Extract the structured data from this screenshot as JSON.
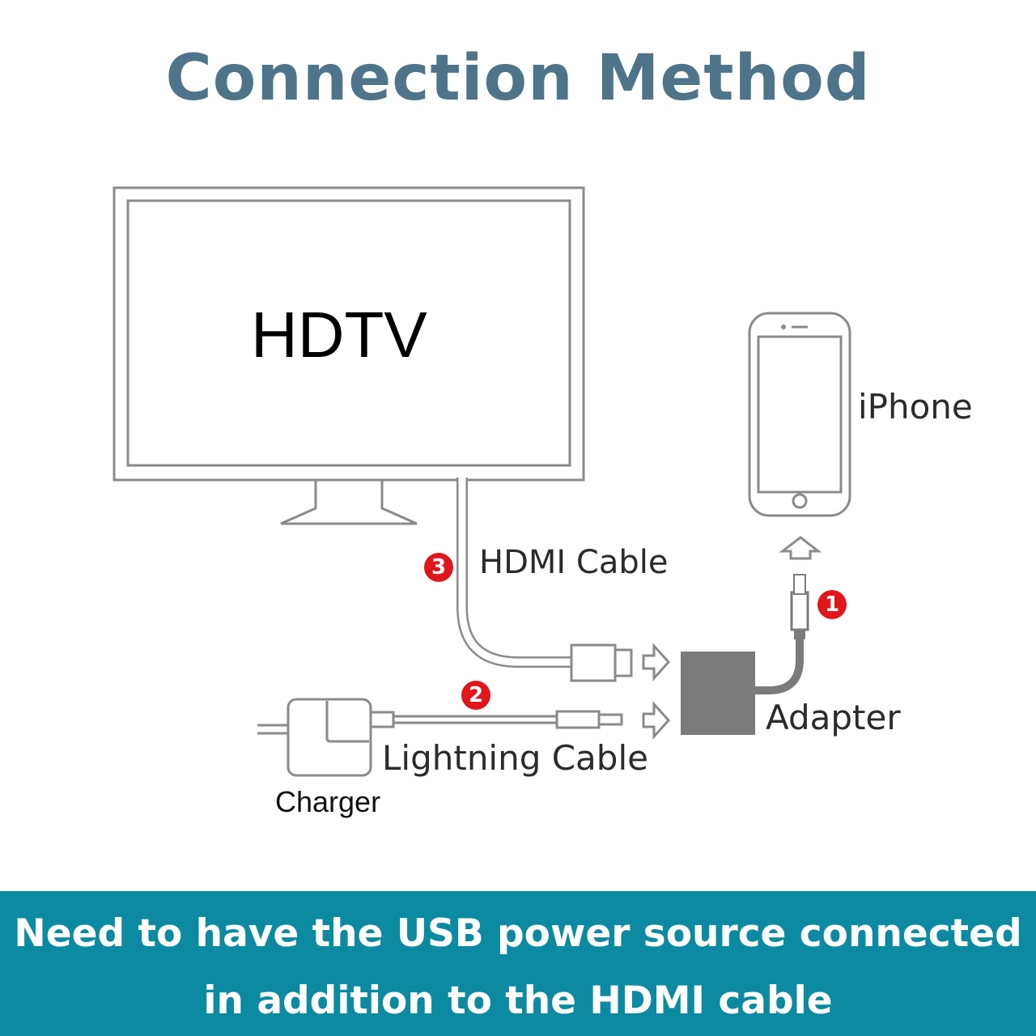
{
  "title": "Connection Method",
  "labels": {
    "hdtv": "HDTV",
    "iphone": "iPhone",
    "hdmi_cable": "HDMI Cable",
    "adapter": "Adapter",
    "lightning_cable": "Lightning Cable",
    "charger": "Charger"
  },
  "steps": {
    "one": "1",
    "two": "2",
    "three": "3"
  },
  "banner": {
    "line1": "Need to have the USB power source connected",
    "line2": "in addition to the HDMI cable"
  },
  "colors": {
    "title": "#4e7489",
    "banner_bg": "#0c8aa1",
    "step_badge": "#e0161b",
    "adapter_box": "#7b7b7b"
  }
}
